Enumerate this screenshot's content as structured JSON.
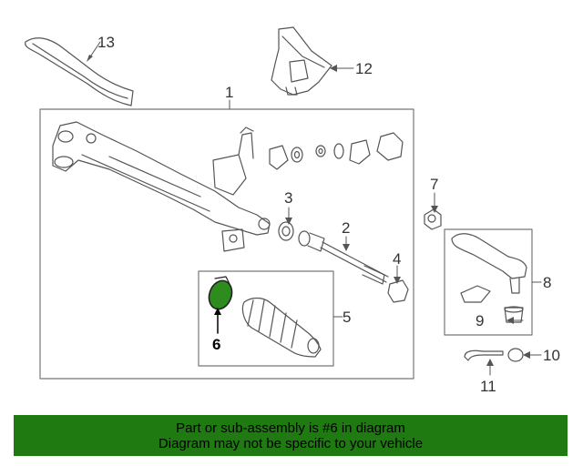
{
  "callouts": {
    "c1": "1",
    "c2": "2",
    "c3": "3",
    "c4": "4",
    "c5": "5",
    "c6": "6",
    "c7": "7",
    "c8": "8",
    "c9": "9",
    "c10": "10",
    "c11": "11",
    "c12": "12",
    "c13": "13"
  },
  "highlight": {
    "part": "6",
    "color": "#2e8b1e"
  },
  "banner": {
    "line1": "Part or sub-assembly is #6 in diagram",
    "line2": "Diagram may not be specific to your vehicle",
    "color": "#1f7a12"
  }
}
